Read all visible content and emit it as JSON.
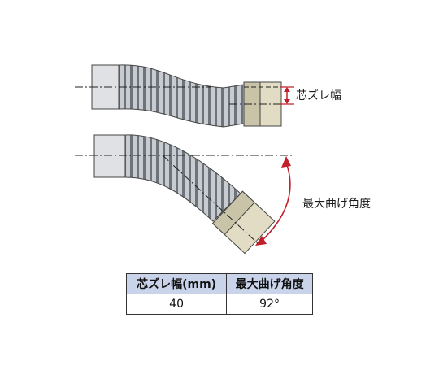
{
  "labels": {
    "offset_width": "芯ズレ幅",
    "max_bend_angle": "最大曲げ角度"
  },
  "table": {
    "headers": [
      "芯ズレ幅(mm)",
      "最大曲げ角度"
    ],
    "values": [
      "40",
      "92°"
    ]
  },
  "colors": {
    "hose_light": "#dfe1e4",
    "hose_dark": "#6d737a",
    "fitting": "#e2dcc4",
    "arrow": "#c0202a",
    "table_header": "#c9d3ea"
  }
}
